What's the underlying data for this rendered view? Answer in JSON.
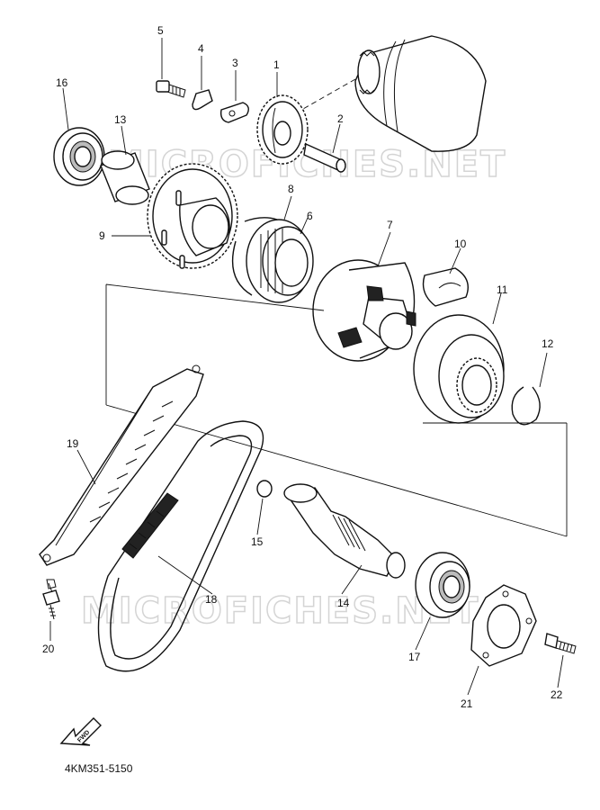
{
  "diagram": {
    "watermark": "MICROFICHES.NET",
    "part_code": "4KM351-5150",
    "fwd_label": "FWD",
    "callouts": [
      {
        "id": "c1",
        "label": "1"
      },
      {
        "id": "c2",
        "label": "2"
      },
      {
        "id": "c3",
        "label": "3"
      },
      {
        "id": "c4",
        "label": "4"
      },
      {
        "id": "c5",
        "label": "5"
      },
      {
        "id": "c6",
        "label": "6"
      },
      {
        "id": "c7",
        "label": "7"
      },
      {
        "id": "c8",
        "label": "8"
      },
      {
        "id": "c9",
        "label": "9"
      },
      {
        "id": "c10",
        "label": "10"
      },
      {
        "id": "c11",
        "label": "11"
      },
      {
        "id": "c12",
        "label": "12"
      },
      {
        "id": "c13",
        "label": "13"
      },
      {
        "id": "c14",
        "label": "14"
      },
      {
        "id": "c15",
        "label": "15"
      },
      {
        "id": "c16",
        "label": "16"
      },
      {
        "id": "c17",
        "label": "17"
      },
      {
        "id": "c18",
        "label": "18"
      },
      {
        "id": "c19",
        "label": "19"
      },
      {
        "id": "c20",
        "label": "20"
      },
      {
        "id": "c21",
        "label": "21"
      },
      {
        "id": "c22",
        "label": "22"
      }
    ]
  }
}
